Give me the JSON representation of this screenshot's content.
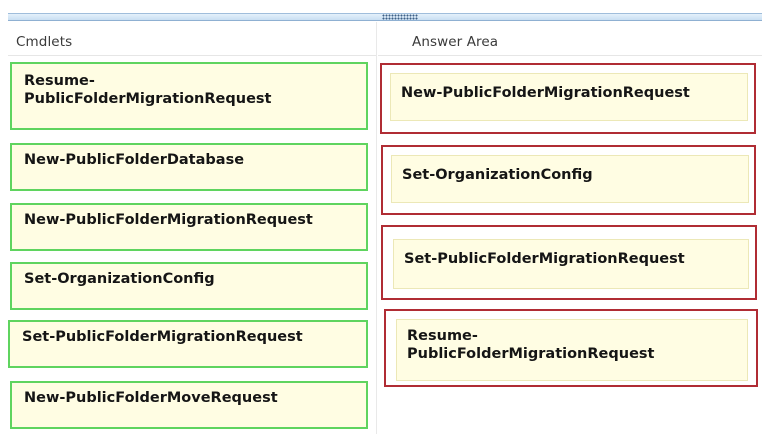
{
  "panes": {
    "left_title": "Cmdlets",
    "right_title": "Answer Area"
  },
  "cmdlets": [
    "Resume-PublicFolderMigrationRequest",
    "New-PublicFolderDatabase",
    "New-PublicFolderMigrationRequest",
    "Set-OrganizationConfig",
    "Set-PublicFolderMigrationRequest",
    "New-PublicFolderMoveRequest"
  ],
  "answer_area": [
    "New-PublicFolderMigrationRequest",
    "Set-OrganizationConfig",
    "Set-PublicFolderMigrationRequest",
    "Resume-PublicFolderMigrationRequest"
  ],
  "colors": {
    "draggable_border": "#5fd45f",
    "slot_border": "#b02c34",
    "item_fill": "#fffde3"
  }
}
